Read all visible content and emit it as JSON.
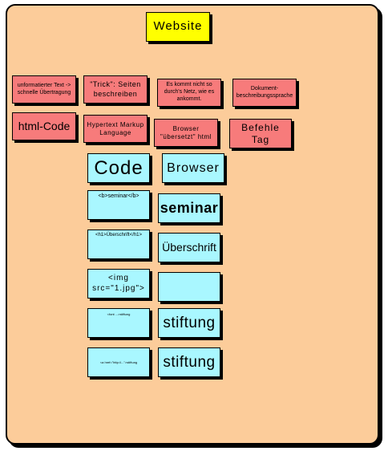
{
  "title": "Website",
  "concepts": {
    "c1": "unformatierter Text -> schnelle Übertragung",
    "c2": "\"Trick\": Seiten beschreiben",
    "c3": "Es kommt nicht so durch's Netz, wie es ankommt.",
    "c4": "Dokument-beschreibungssprache",
    "c5": "html-Code",
    "c6": "Hypertext Markup Language",
    "c7": "Browser \"übersetzt\" html",
    "c8": "Befehle Tag"
  },
  "table": {
    "header_code": "Code",
    "header_browser": "Browser",
    "rows": [
      {
        "code": "<b>seminar</b>",
        "browser": "seminar"
      },
      {
        "code": "<h1>Überschrift</h1>",
        "browser": "Überschrift"
      },
      {
        "code": "<img src=\"1.jpg\">",
        "browser": ""
      },
      {
        "code": "<font ...>stiftung",
        "browser": "stiftung"
      },
      {
        "code": "<a href=\"http://...\">stiftung",
        "browser": "stiftung"
      }
    ]
  },
  "colors": {
    "background": "#fccc9a",
    "title_box": "#ffff00",
    "concept_box": "#f77b7b",
    "table_box": "#a9f7ff"
  }
}
